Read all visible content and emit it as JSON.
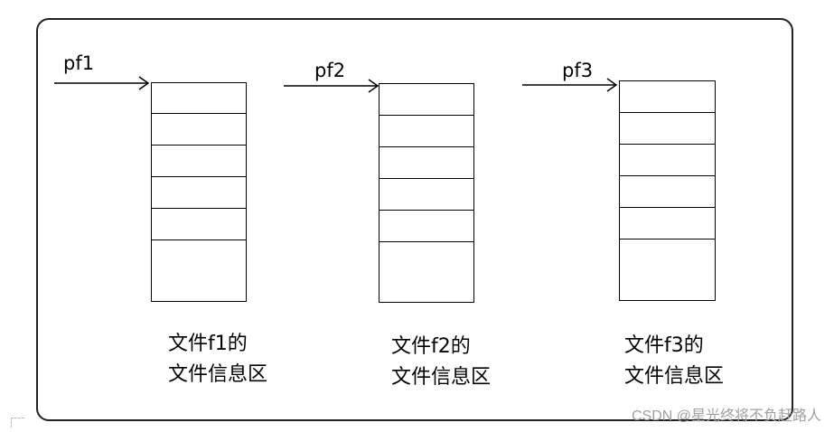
{
  "pointers": [
    {
      "label": "pf1"
    },
    {
      "label": "pf2"
    },
    {
      "label": "pf3"
    }
  ],
  "files": [
    {
      "caption_line1": "文件f1的",
      "caption_line2": "文件信息区"
    },
    {
      "caption_line1": "文件f2的",
      "caption_line2": "文件信息区"
    },
    {
      "caption_line1": "文件f3的",
      "caption_line2": "文件信息区"
    }
  ],
  "watermark": "CSDN @星光终将不负赶路人"
}
